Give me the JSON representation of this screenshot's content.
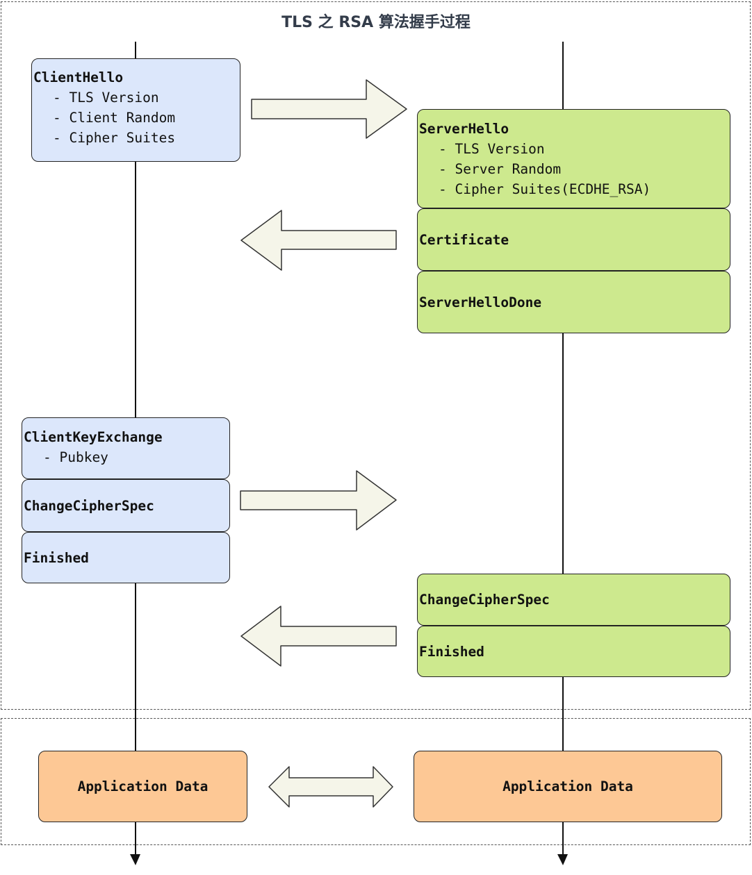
{
  "title": "TLS 之 RSA 算法握手过程",
  "colors": {
    "client_box": "#dce7fb",
    "server_box": "#cde98e",
    "app_data_box": "#fdc895",
    "arrow_fill": "#f5f5e9"
  },
  "client": {
    "client_hello": {
      "title": "ClientHello",
      "items": [
        "- TLS Version",
        "- Client Random",
        "- Cipher Suites"
      ]
    },
    "client_key_exchange": {
      "title": "ClientKeyExchange",
      "items": [
        "- Pubkey"
      ]
    },
    "change_cipher_spec": "ChangeCipherSpec",
    "finished": "Finished",
    "app_data": "Application Data"
  },
  "server": {
    "server_hello": {
      "title": "ServerHello",
      "items": [
        "- TLS Version",
        "- Server Random",
        "- Cipher Suites(ECDHE_RSA)"
      ]
    },
    "certificate": "Certificate",
    "server_hello_done": "ServerHelloDone",
    "change_cipher_spec": "ChangeCipherSpec",
    "finished": "Finished",
    "app_data": "Application Data"
  }
}
